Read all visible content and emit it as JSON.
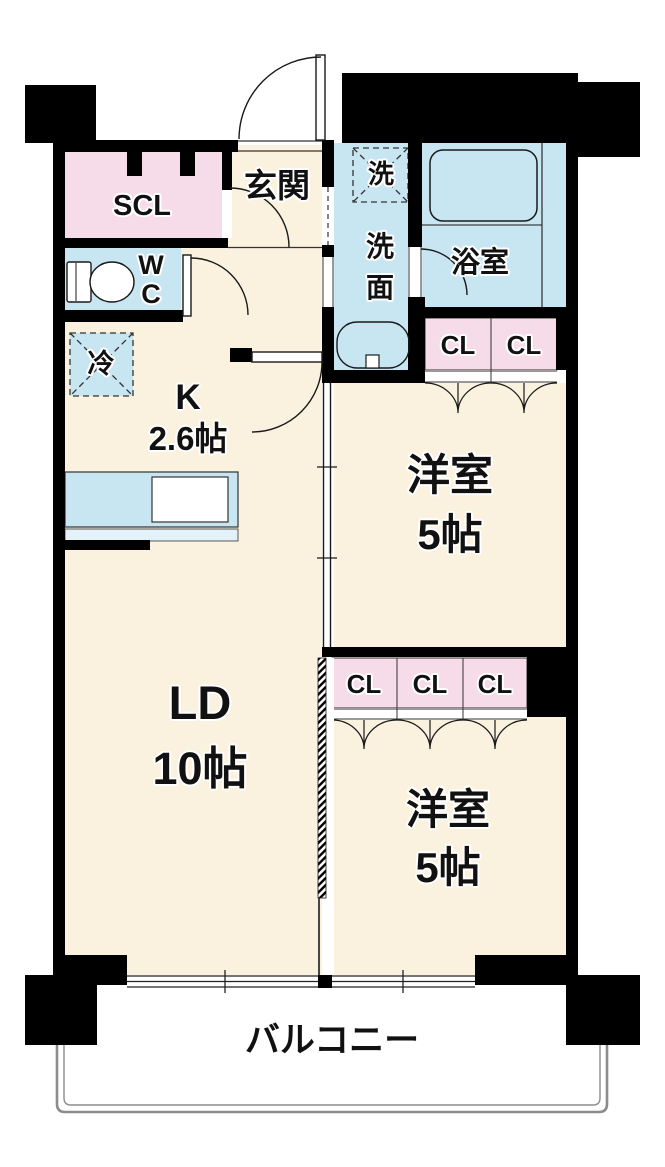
{
  "colors": {
    "floor": "#faf2df",
    "closet_pink": "#f6dce8",
    "water_blue": "#c8e6f2",
    "counter_edge": "#e3f1f8",
    "wall": "#000000",
    "line": "#1a1a1a",
    "balcony_line": "#8c8c8c"
  },
  "plan": {
    "entry": {
      "genkan": "玄関",
      "scl": "SCL",
      "wc_line1": "W",
      "wc_line2": "C"
    },
    "sanitary": {
      "washer": "洗",
      "washroom_line1": "洗",
      "washroom_line2": "面",
      "bathroom": "浴室"
    },
    "kitchen": {
      "label": "K",
      "size": "2.6帖",
      "fridge": "冷"
    },
    "living": {
      "label": "LD",
      "size": "10帖"
    },
    "bedroom1": {
      "label": "洋室",
      "size": "5帖"
    },
    "bedroom2": {
      "label": "洋室",
      "size": "5帖"
    },
    "closet": {
      "label": "CL"
    },
    "balcony": {
      "label": "バルコニー"
    }
  }
}
